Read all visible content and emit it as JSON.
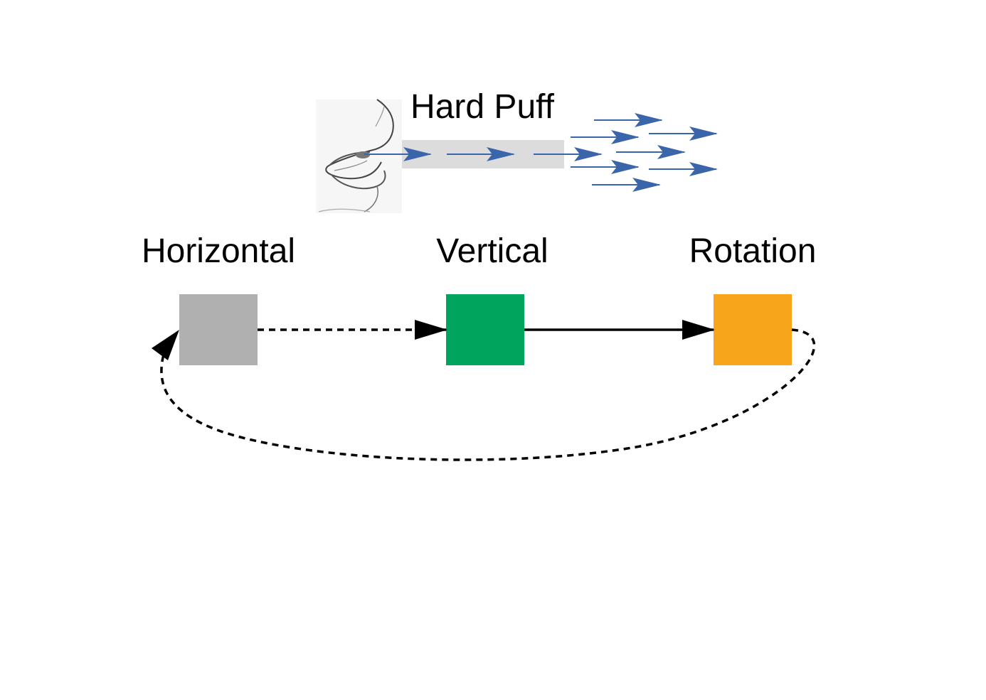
{
  "title": "Hard Puff",
  "mouth_icon": "mouth-blowing-icon",
  "states": [
    {
      "id": "horizontal",
      "label": "Horizontal",
      "color": "#b0b0b0"
    },
    {
      "id": "vertical",
      "label": "Vertical",
      "color": "#00a55d"
    },
    {
      "id": "rotation",
      "label": "Rotation",
      "color": "#f7a51a"
    }
  ],
  "transitions": [
    {
      "from": "Horizontal",
      "to": "Vertical",
      "style": "dashed"
    },
    {
      "from": "Vertical",
      "to": "Rotation",
      "style": "solid"
    },
    {
      "from": "Rotation",
      "to": "Horizontal",
      "style": "dashed"
    }
  ],
  "colors": {
    "airflow_arrow": "#3a65ab",
    "airflow_band": "#dcdcdc",
    "connector": "#000000"
  }
}
